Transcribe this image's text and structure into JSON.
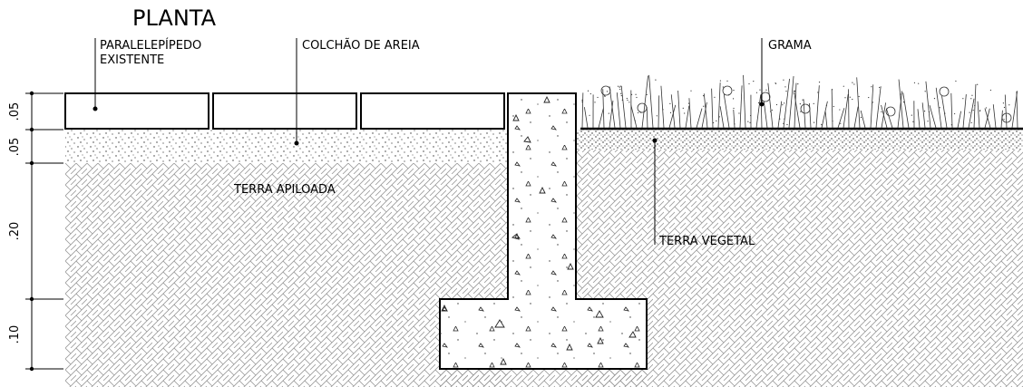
{
  "title": "PLANTA",
  "labels": {
    "paralelepipedo_line1": "PARALELEPÍPEDO",
    "paralelepipedo_line2": "EXISTENTE",
    "colchao": "COLCHÃO DE AREIA",
    "grama": "GRAMA",
    "terra_apiloada": "TERRA APILOADA",
    "terra_vegetal": "TERRA VEGETAL"
  },
  "dimensions": [
    ".05",
    ".05",
    ".20",
    ".10"
  ],
  "colors": {
    "line": "#000000",
    "hatch": "#8a8a8a",
    "background": "#ffffff"
  }
}
